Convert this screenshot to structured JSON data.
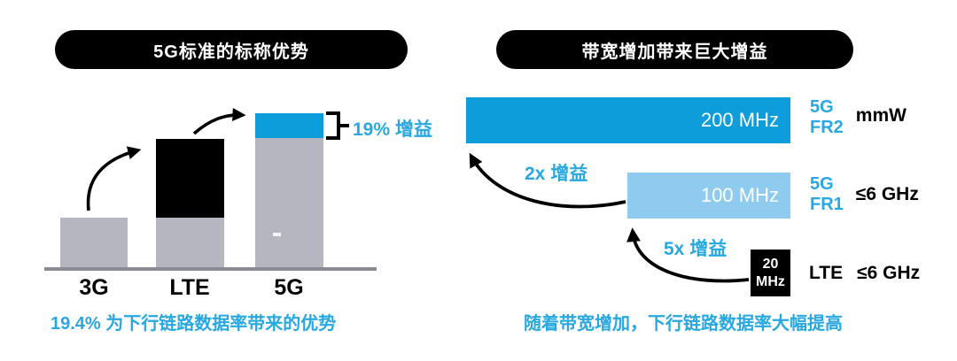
{
  "colors": {
    "accent_blue": "#0d9ddb",
    "light_blue": "#8ecbee",
    "text_blue": "#29a8e0",
    "bar_gray": "#b6b6c0",
    "baseline_gray": "#8a8a93",
    "black": "#000000",
    "white": "#ffffff"
  },
  "left_panel": {
    "header": "5G标准的标称优势",
    "bar_labels": [
      "3G",
      "LTE",
      "5G"
    ],
    "gain_label": "19% 增益",
    "caption": "19.4% 为下行链路数据率带来的优势"
  },
  "right_panel": {
    "header": "带宽增加带来巨大增益",
    "bars": [
      {
        "value": "200 MHz",
        "tech": "5G",
        "band": "FR2",
        "spectrum": "mmW"
      },
      {
        "value": "100 MHz",
        "tech": "5G",
        "band": "FR1",
        "spectrum": "≤6 GHz"
      },
      {
        "value_top": "20",
        "value_bottom": "MHz",
        "tech": "LTE",
        "spectrum": "≤6 GHz"
      }
    ],
    "gain_2x": "2x 增益",
    "gain_5x": "5x 增益",
    "caption": "随着带宽增加，下行链路数据率大幅提高"
  },
  "chart_data": [
    {
      "type": "bar",
      "stacked": true,
      "title": "5G标准的标称优势",
      "categories": [
        "3G",
        "LTE",
        "5G"
      ],
      "series": [
        {
          "name": "base-segment-gray-or-black",
          "values": [
            57,
            146,
            147
          ]
        },
        {
          "name": "19%-gain-segment-blue",
          "values": [
            0,
            0,
            28
          ]
        }
      ],
      "unit": "relative height (px, unlabeled axis)",
      "annotations": [
        "19% 增益"
      ],
      "caption": "19.4% 为下行链路数据率带来的优势",
      "grid": false,
      "legend": false
    },
    {
      "type": "bar",
      "orientation": "horizontal",
      "title": "带宽增加带来巨大增益",
      "categories": [
        "5G FR2 mmW",
        "5G FR1 ≤6 GHz",
        "LTE ≤6 GHz"
      ],
      "values": [
        200,
        100,
        20
      ],
      "unit": "MHz",
      "annotations": [
        "2x 增益 (100→200 MHz)",
        "5x 增益 (20→100 MHz)"
      ],
      "caption": "随着带宽增加，下行链路数据率大幅提高",
      "grid": false,
      "legend": false
    }
  ]
}
